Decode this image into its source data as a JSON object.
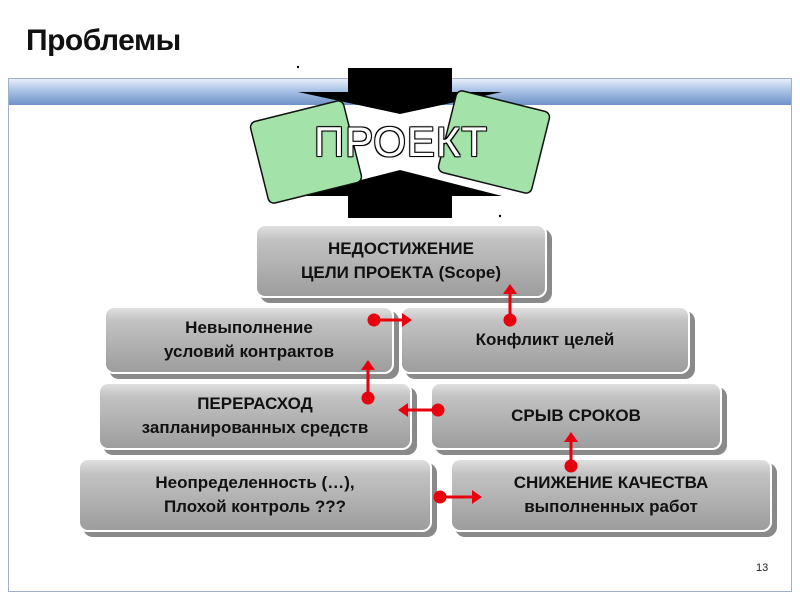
{
  "slide": {
    "title": "Проблемы",
    "page_number": "13"
  },
  "project": {
    "label": "ПРОЕКТ"
  },
  "boxes": {
    "scope": {
      "line1": "НЕДОСТИЖЕНИЕ",
      "line2": "ЦЕЛИ ПРОЕКТА (Scope)"
    },
    "contracts": {
      "line1": "Невыполнение",
      "line2": "условий контрактов"
    },
    "goals_conflict": {
      "line1": "Конфликт целей"
    },
    "overspend": {
      "line1": "ПЕРЕРАСХОД",
      "line2": "запланированных средств"
    },
    "deadlines": {
      "line1": "СРЫВ СРОКОВ"
    },
    "uncertainty": {
      "line1": "Неопределенность (…),",
      "line2": "Плохой контроль ???"
    },
    "quality": {
      "line1": "СНИЖЕНИЕ КАЧЕСТВА",
      "line2": "выполненных работ"
    }
  },
  "colors": {
    "arrow": "#e8000e",
    "card": "#9fe3a6",
    "box": "#a8a8a8"
  }
}
